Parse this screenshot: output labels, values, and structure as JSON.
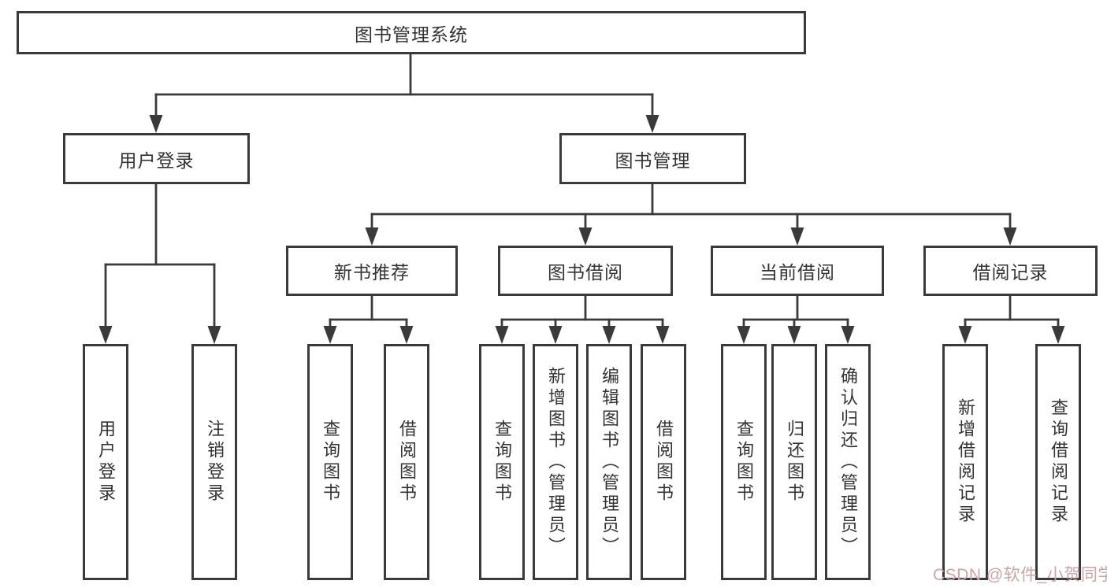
{
  "nodes": {
    "root": "图书管理系统",
    "user_login": "用户登录",
    "book_mgmt": "图书管理",
    "new_book_rec": "新书推荐",
    "book_borrow": "图书借阅",
    "current_borrow": "当前借阅",
    "borrow_record": "借阅记录",
    "ul_login": "用户登录",
    "ul_logout": "注销登录",
    "nb_query": "查询图书",
    "nb_borrow": "借阅图书",
    "bb_query": "查询图书",
    "bb_add": "新增图书（管理员）",
    "bb_edit": "编辑图书（管理员）",
    "bb_borrow": "借阅图书",
    "cb_query": "查询图书",
    "cb_return": "归还图书",
    "cb_confirm": "确认归还（管理员）",
    "br_add": "新增借阅记录",
    "br_query": "查询借阅记录"
  },
  "watermark": "CSDN @软件_小贺同学",
  "colors": {
    "line": "#3a3a3a",
    "text": "#333333",
    "background": "#ffffff",
    "watermark": "#c9a6a6"
  }
}
